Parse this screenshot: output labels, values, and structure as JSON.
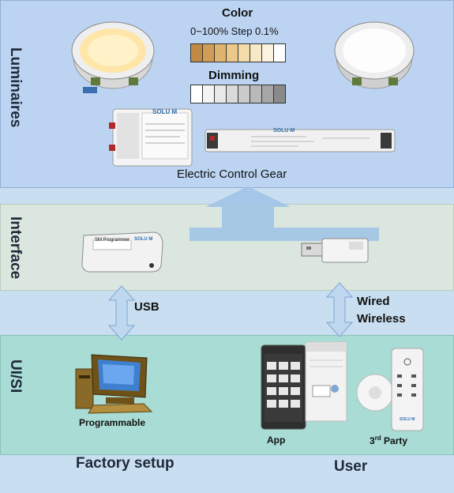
{
  "sections": {
    "luminaires": "Luminaires",
    "interface": "Interface",
    "ui_si": "UI/SI"
  },
  "color": {
    "title": "Color",
    "range": "0~100% Step 0.1%",
    "swatches": [
      "#c08a45",
      "#d09c56",
      "#e0b46e",
      "#ecc98b",
      "#f3dca8",
      "#f7e8c6",
      "#fbf2df",
      "#ffffff"
    ]
  },
  "dimming": {
    "title": "Dimming",
    "swatches": [
      "#ffffff",
      "#f4f4f4",
      "#e8e8e8",
      "#dadada",
      "#cacaca",
      "#b9b9b9",
      "#a6a6a6",
      "#8a8a8a"
    ]
  },
  "gear_caption": "Electric Control Gear",
  "brand": "SOLU M",
  "programmer_label": "SM Programmer",
  "usb_label": "USB",
  "wired_wireless": {
    "line1": "Wired",
    "line2": "Wireless"
  },
  "programmable_label": "Programmable",
  "app_label": "App",
  "third_party": {
    "num": "3",
    "sup": "rd",
    "rest": " Party"
  },
  "factory_setup": "Factory setup",
  "user": "User"
}
